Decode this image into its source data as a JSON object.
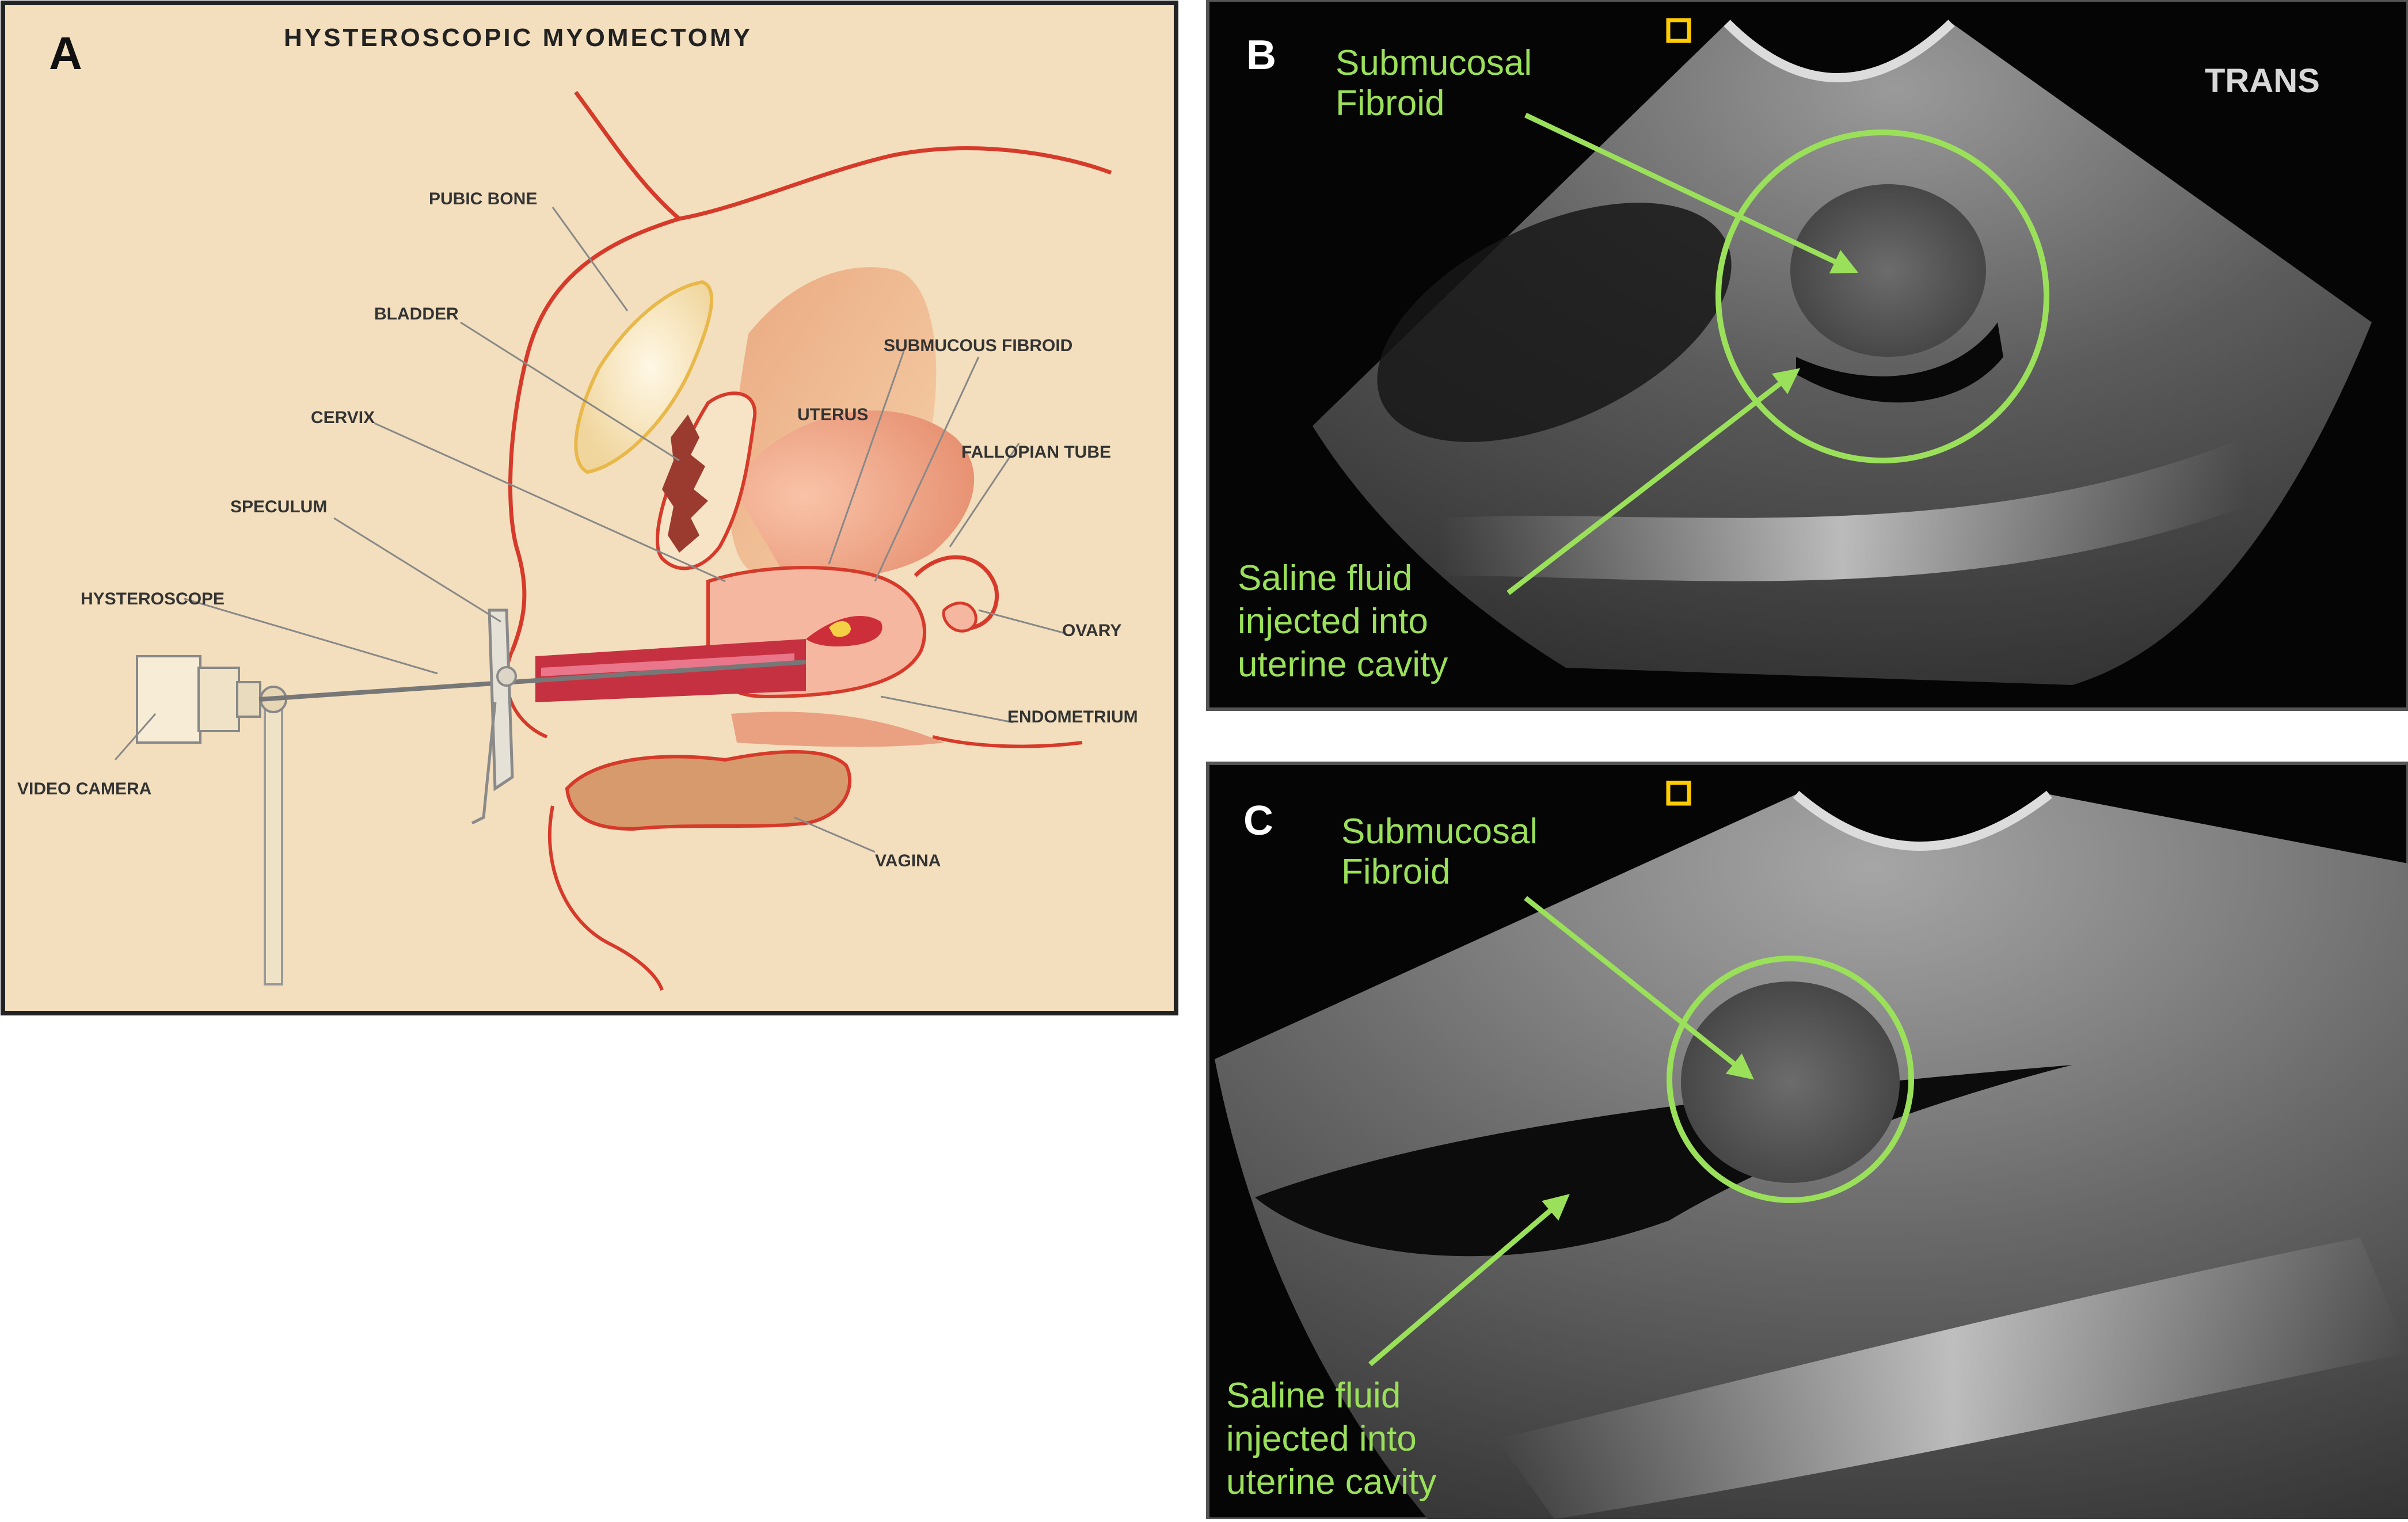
{
  "colors": {
    "diagram_background": "#f3dfbd",
    "frame": "#222222",
    "tissue_red": "#d63a2a",
    "tissue_light": "#f4a48a",
    "ultrasound_black": "#050505",
    "annotation_green": "#9be05a"
  },
  "panel_a": {
    "letter": "A",
    "title": "HYSTEROSCOPIC MYOMECTOMY",
    "labels": {
      "pubic_bone": "PUBIC BONE",
      "bladder": "BLADDER",
      "submucous_fibroid": "SUBMUCOUS FIBROID",
      "cervix": "CERVIX",
      "uterus": "UTERUS",
      "fallopian_tube": "FALLOPIAN TUBE",
      "speculum": "SPECULUM",
      "hysteroscope": "HYSTEROSCOPE",
      "ovary": "OVARY",
      "endometrium": "ENDOMETRIUM",
      "video_camera": "VIDEO CAMERA",
      "vagina": "VAGINA"
    }
  },
  "panel_b": {
    "letter": "B",
    "orientation": "TRANS",
    "fibroid_label": [
      "Submucosal",
      "Fibroid"
    ],
    "saline_label": [
      "Saline fluid",
      "injected into",
      "uterine cavity"
    ]
  },
  "panel_c": {
    "letter": "C",
    "fibroid_label": [
      "Submucosal",
      "Fibroid"
    ],
    "saline_label": [
      "Saline fluid",
      "injected into",
      "uterine cavity"
    ]
  }
}
